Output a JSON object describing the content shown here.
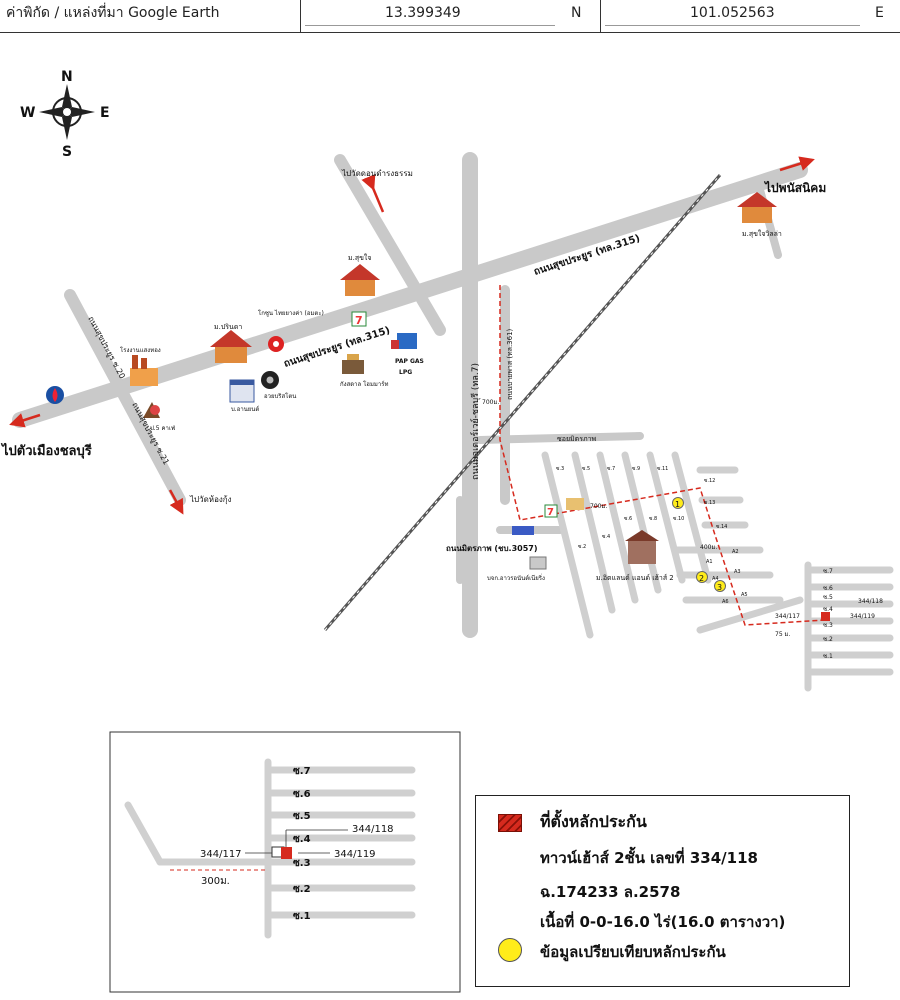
{
  "header": {
    "label": "ค่าพิกัด / แหล่งที่มา Google Earth",
    "lat": "13.399349",
    "lat_unit": "N",
    "lon": "101.052563",
    "lon_unit": "E"
  },
  "compass": {
    "n": "N",
    "s": "S",
    "e": "E",
    "w": "W"
  },
  "map": {
    "to_chonburi": "ไปตัวเมืองชลบุรี",
    "to_phanat": "ไปพนัสนิคม",
    "to_wat_don": "ไปวัดดอนดำรงธรรม",
    "to_wat_nong_kung": "ไปวัดห้องกุ้ง",
    "road_sukprayoon_a": "ถนนสุขประยูร (ทล.315)",
    "road_sukprayoon_b": "ถนนสุขประยูร (ทล.315)",
    "road_soi20": "ถนนสุขประยูร ซ.20",
    "road_soi21": "ถนนสุขประยูร ซ.21",
    "road_motorway": "ถนนมอเตอร์เวย์-ชลบุรี (ทล.7)",
    "road_side": "ถนนบายพาส (ทล.361)",
    "road_mittraphap_small": "ซอยมิตรภาพ",
    "road_mittraphap": "ถนนมิตรภาพ (ชบ.3057)",
    "moo_sukjai": "ม.สุขใจ",
    "moo_prinda": "ม.ปรินดา",
    "moo_sukjaivilla": "ม.สุขใจวิลล่า",
    "plant": "โรงงานแสงทอง",
    "gas_pt": "ป.5 คาเฟ่",
    "orchard": "บ.อานยนต์",
    "tire": "อวยบริสโตน",
    "gokart": "โกซูน ไทยยางค่า (อมตะ)",
    "rice_store": "กังสดาล โฮมมาร์ท",
    "pap_gas": "PAP GAS",
    "lpg": "LPG",
    "project": "ม.อิตแลนด์ แอนด์ เฮ้าส์ 2",
    "company": "บจก.อาวรอนันต์เนียริ่ง",
    "dist_700_a": "700ม.",
    "dist_700_b": "700ม.",
    "dist_400": "400ม.",
    "dist_75": "75 ม.",
    "bldg_117": "344/117",
    "bldg_118": "344/118",
    "bldg_119": "344/119",
    "mark_1": "1",
    "mark_2": "2",
    "mark_3": "3",
    "sois_right": [
      "ซ.7",
      "ซ.6",
      "ซ.5",
      "ซ.4",
      "ซ.3",
      "ซ.2",
      "ซ.1"
    ],
    "sois_grid": [
      "ซ.3",
      "ซ.5",
      "ซ.7",
      "ซ.9",
      "ซ.11",
      "ซ.2",
      "ซ.4",
      "ซ.6",
      "ซ.8",
      "ซ.10",
      "ซ.12",
      "ซ.13",
      "ซ.14"
    ],
    "a_labels": [
      "A1",
      "A2",
      "A3",
      "A4",
      "A5",
      "A6"
    ]
  },
  "inset": {
    "sois": [
      "ซ.7",
      "ซ.6",
      "ซ.5",
      "ซ.4",
      "ซ.3",
      "ซ.2",
      "ซ.1"
    ],
    "bldg_117": "344/117",
    "bldg_118": "344/118",
    "bldg_119": "344/119",
    "distance": "300ม."
  },
  "legend": {
    "title": "ที่ตั้งหลักประกัน",
    "line2": "ทาวน์เฮ้าส์ 2ชั้น เลขที่ 334/118",
    "line3": "ฉ.174233   ล.2578",
    "line4": "เนื้อที่ 0-0-16.0 ไร่(16.0 ตารางวา)",
    "compare": "ข้อมูลเปรียบเทียบหลักประกัน"
  },
  "colors": {
    "road": "#c9c9c9",
    "road_edge": "#b0b0b0",
    "route": "#d62a1e",
    "arrow": "#d62a1e",
    "marker": "#ffec1a"
  }
}
